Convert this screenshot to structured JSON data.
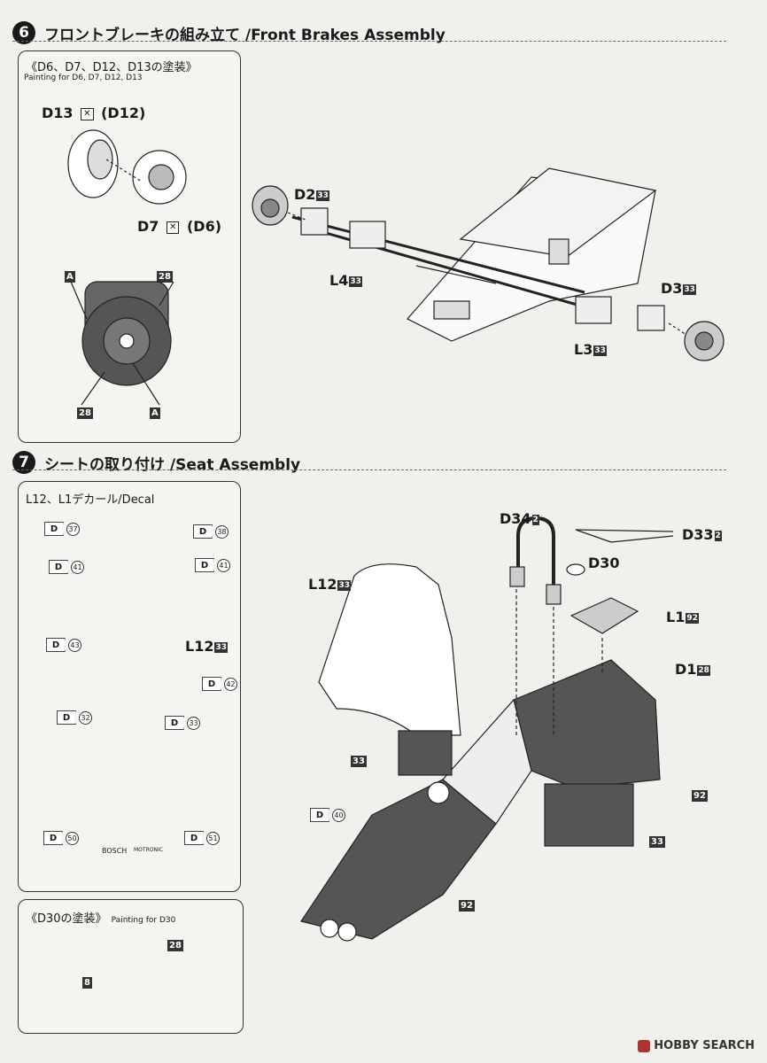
{
  "section6": {
    "number": "6",
    "title": "フロントブレーキの組み立て /Front Brakes Assembly",
    "panel": {
      "title": "《D6、D7、D12、D13の塗装》",
      "subtitle": "Painting for D6, D7, D12, D13",
      "label_d13": "D13",
      "label_d12": "(D12)",
      "label_d7": "D7",
      "label_d6": "(D6)",
      "callout_a": "A",
      "callout_28": "28"
    },
    "labels": [
      {
        "id": "D2",
        "num": "33"
      },
      {
        "id": "L4",
        "num": "33"
      },
      {
        "id": "D3",
        "num": "33"
      },
      {
        "id": "L3",
        "num": "33"
      }
    ]
  },
  "section7": {
    "number": "7",
    "title": "シートの取り付け /Seat Assembly",
    "decal_panel": {
      "title": "L12、L1デカール/Decal",
      "seat_label": "L12",
      "seat_num": "33",
      "decals": [
        "37",
        "38",
        "41",
        "41",
        "43",
        "42",
        "32",
        "33",
        "50",
        "51"
      ],
      "decal_letter": "D",
      "ecu_brand": "BOSCH",
      "ecu_brand2": "MOTRONIC"
    },
    "d30_panel": {
      "title": "《D30の塗装》",
      "subtitle": "Painting for D30",
      "top_color": "28",
      "bottom_color": "8"
    },
    "labels": [
      {
        "id": "D34",
        "num": "2"
      },
      {
        "id": "D33",
        "num": "2"
      },
      {
        "id": "D30",
        "num": ""
      },
      {
        "id": "L12",
        "num": "33"
      },
      {
        "id": "L1",
        "num": "92"
      },
      {
        "id": "D1",
        "num": "28"
      }
    ],
    "callouts": [
      "33",
      "92",
      "33",
      "92"
    ],
    "decal_d40": "40"
  },
  "watermark": "HOBBY SEARCH",
  "colors": {
    "ink": "#1a1a1a",
    "paper": "#f1f0ec",
    "dark_part": "#444444",
    "panel": "#f5f4f0"
  }
}
